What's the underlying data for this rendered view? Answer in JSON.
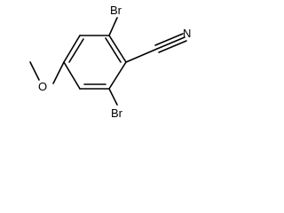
{
  "molecule": {
    "atoms": {
      "br_top": "Br",
      "br_bottom": "Br",
      "nitrile_n": "N",
      "ether_o": "O"
    }
  },
  "colors": {
    "background": "#ffffff",
    "ink": "#000000"
  }
}
